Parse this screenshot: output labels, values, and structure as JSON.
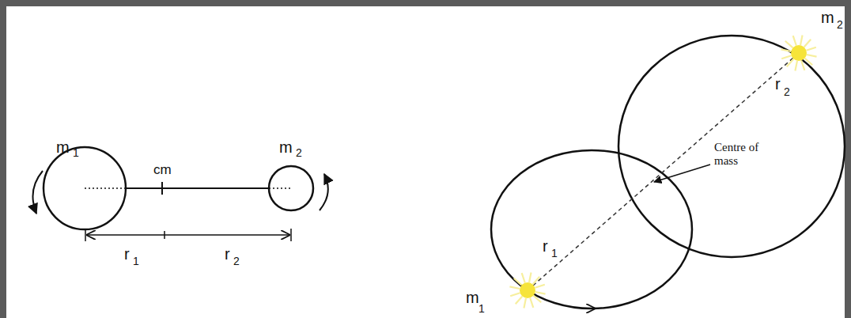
{
  "diagram": {
    "labels": [
      "m",
      "1",
      "m",
      "2",
      "cm",
      "r",
      "1",
      "r",
      "2",
      "m",
      "2",
      "r",
      "2",
      "Centre of mass",
      "r",
      "1",
      "m",
      "1"
    ]
  }
}
